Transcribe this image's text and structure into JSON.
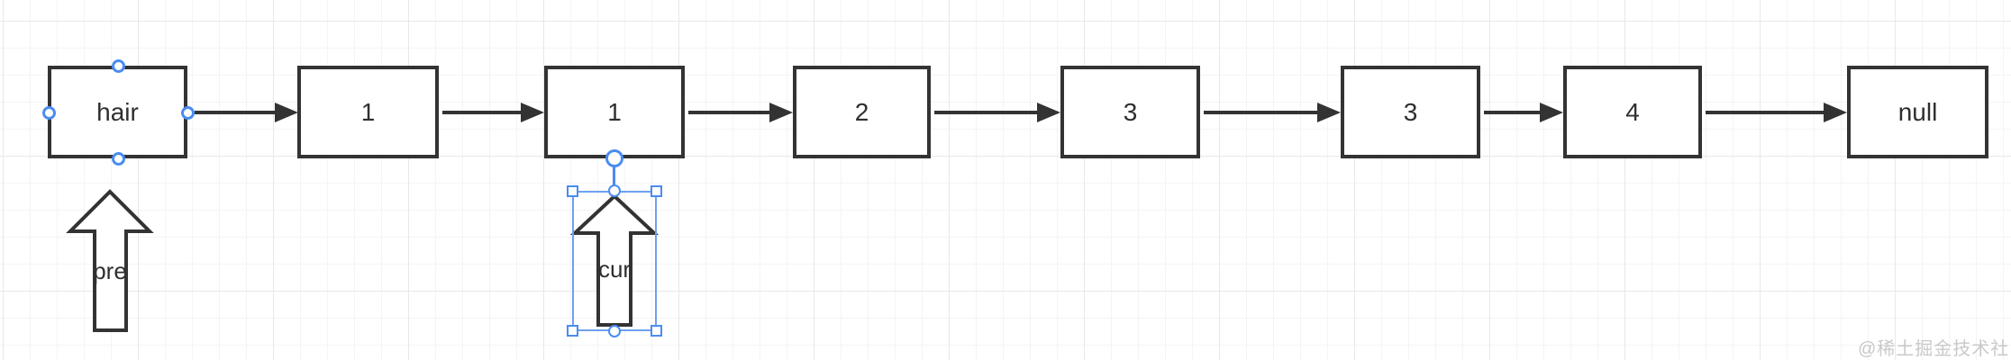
{
  "diagram": {
    "nodes": [
      {
        "id": "hair",
        "label": "hair"
      },
      {
        "id": "n1a",
        "label": "1"
      },
      {
        "id": "n1b",
        "label": "1"
      },
      {
        "id": "n2",
        "label": "2"
      },
      {
        "id": "n3a",
        "label": "3"
      },
      {
        "id": "n3b",
        "label": "3"
      },
      {
        "id": "n4",
        "label": "4"
      },
      {
        "id": "null",
        "label": "null"
      }
    ],
    "pointers": [
      {
        "label": "pre",
        "selected": false
      },
      {
        "label": "cur",
        "selected": true
      }
    ],
    "watermark": "@稀土掘金技术社区",
    "colors": {
      "shape_stroke": "#333333",
      "selection_blue": "#4a8cf0",
      "grid_minor": "#f4f4f4",
      "grid_major": "#e8e8e8",
      "watermark_gray": "#c9c9c9"
    }
  }
}
